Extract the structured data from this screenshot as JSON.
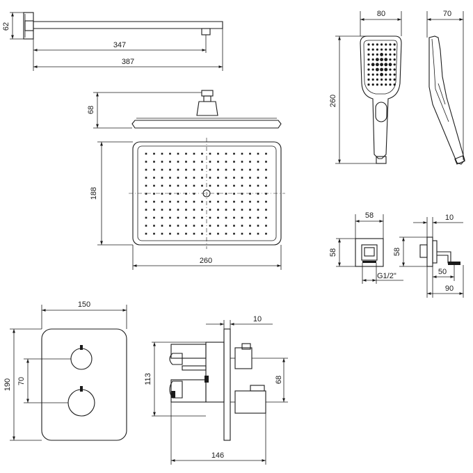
{
  "dimensions": {
    "arm_height": "62",
    "arm_reach_inner": "347",
    "arm_length": "387",
    "head_thickness": "68",
    "head_depth": "188",
    "head_width": "260",
    "hand_width": "80",
    "hand_depth": "70",
    "hand_length": "260",
    "elbow_width": "58",
    "elbow_height": "58",
    "elbow_side_height": "58",
    "elbow_side_plate": "10",
    "elbow_outlet": "50",
    "elbow_total": "90",
    "thread": "G1/2\"",
    "plate_width": "150",
    "plate_height": "190",
    "knob_spacing": "70",
    "valve_plate": "10",
    "valve_height": "113",
    "valve_outlet_spacing": "68",
    "valve_depth": "146"
  }
}
